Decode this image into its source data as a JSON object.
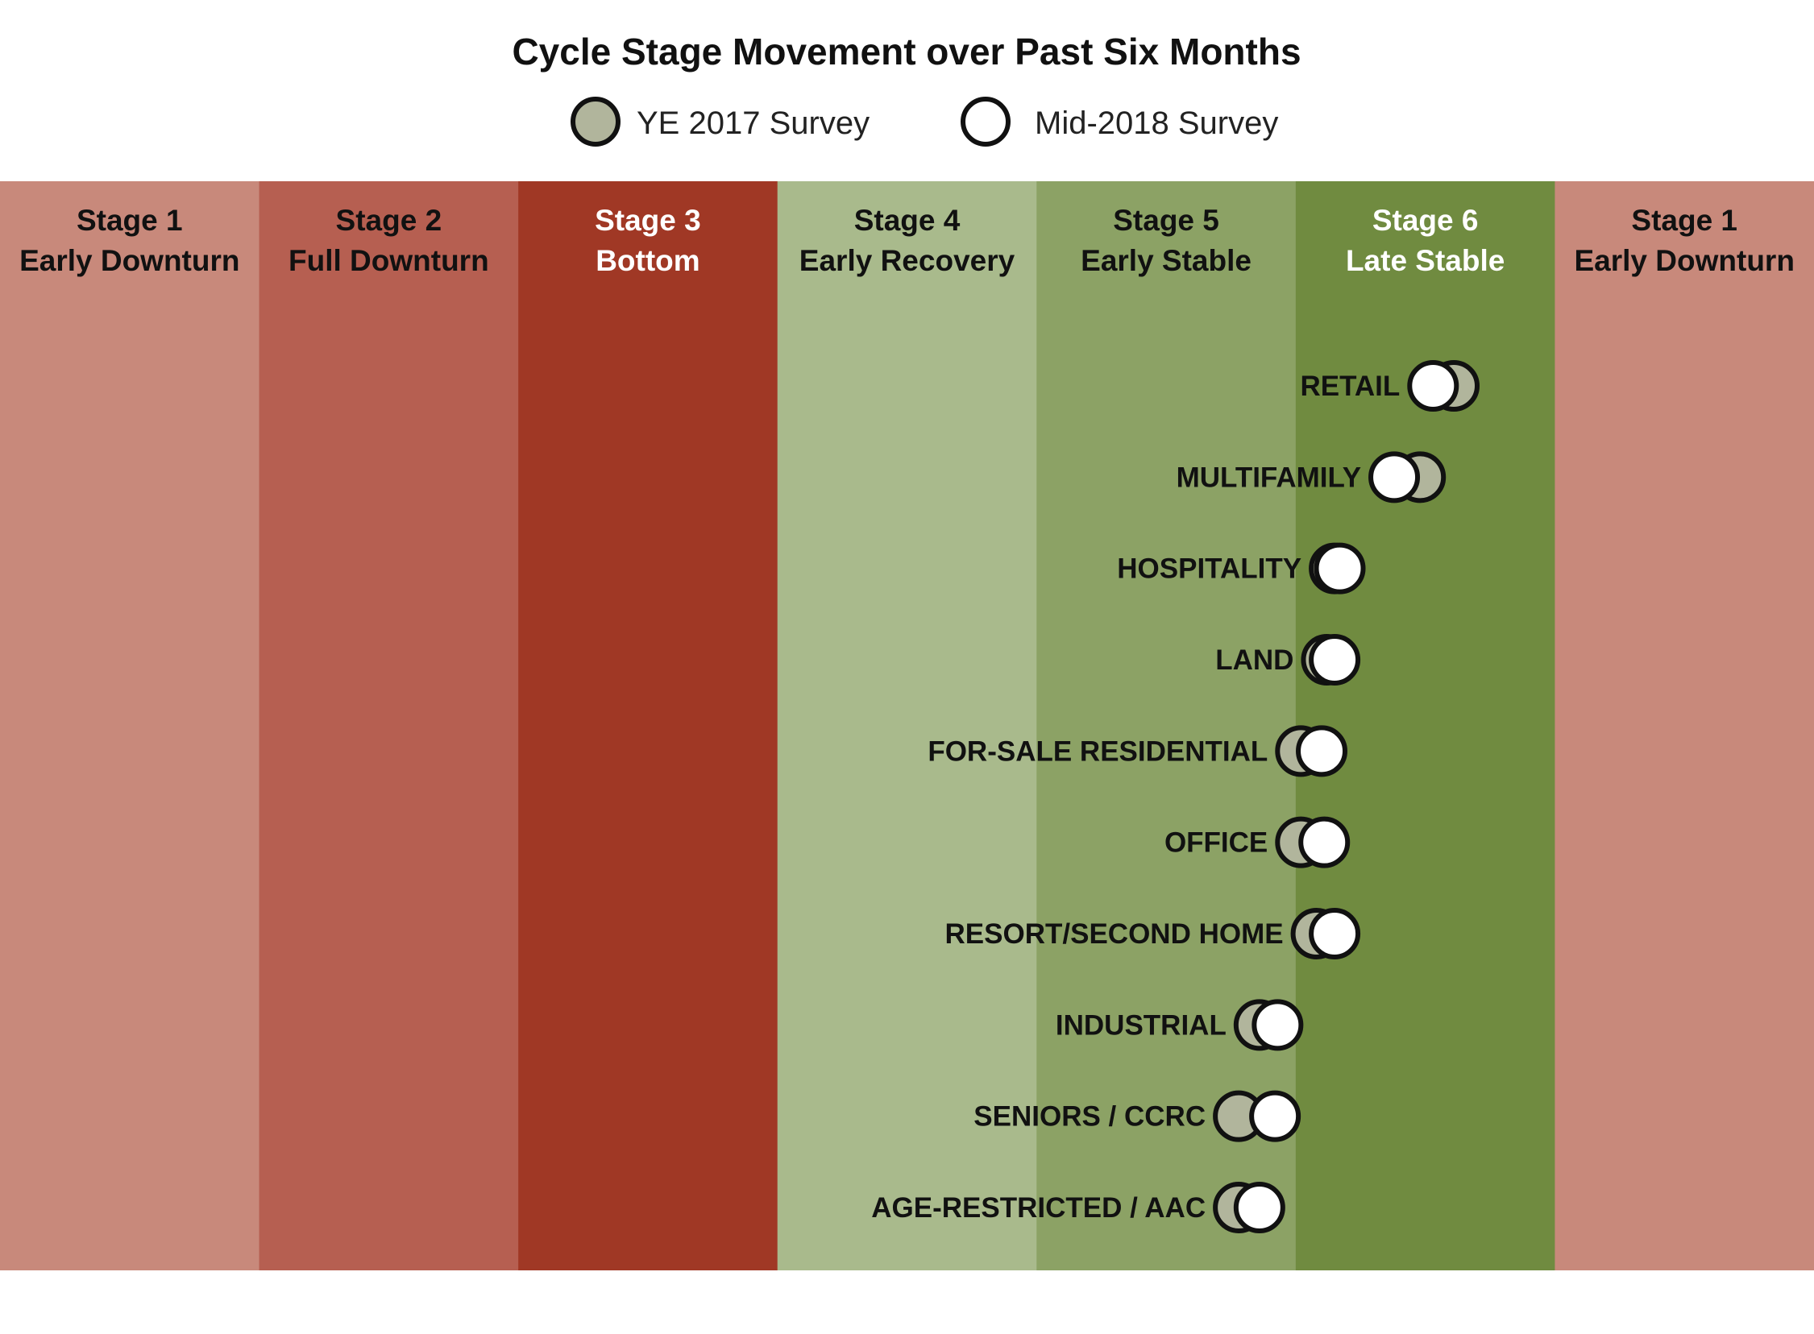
{
  "chart_data": {
    "type": "scatter",
    "title": "Cycle Stage Movement over Past Six Months",
    "series": [
      {
        "name": "YE 2017 Survey",
        "color": "#b1b59c"
      },
      {
        "name": "Mid-2018 Survey",
        "color": "#ffffff"
      }
    ],
    "stages": [
      {
        "line1": "Stage 1",
        "line2": "Early Downturn",
        "color": "#c8897b",
        "text_color": "#111111"
      },
      {
        "line1": "Stage 2",
        "line2": "Full Downturn",
        "color": "#b65f51",
        "text_color": "#111111"
      },
      {
        "line1": "Stage 3",
        "line2": "Bottom",
        "color": "#a03825",
        "text_color": "#ffffff"
      },
      {
        "line1": "Stage 4",
        "line2": "Early Recovery",
        "color": "#a9ba8c",
        "text_color": "#111111"
      },
      {
        "line1": "Stage 5",
        "line2": "Early Stable",
        "color": "#8ca265",
        "text_color": "#111111"
      },
      {
        "line1": "Stage 6",
        "line2": "Late Stable",
        "color": "#708b40",
        "text_color": "#ffffff"
      },
      {
        "line1": "Stage 1",
        "line2": "Early Downturn",
        "color": "#c8897b",
        "text_color": "#111111"
      }
    ],
    "x_scale": "cycle stage position (1.0 = start of Stage 1, 8.0 = end of second Stage 1 band)",
    "xlim": [
      1,
      8
    ],
    "categories": [
      "RETAIL",
      "MULTIFAMILY",
      "HOSPITALITY",
      "LAND",
      "FOR-SALE RESIDENTIAL",
      "OFFICE",
      "RESORT/SECOND HOME",
      "INDUSTRIAL",
      "SENIORS / CCRC",
      "AGE-RESTRICTED / AAC"
    ],
    "ye2017": [
      6.61,
      6.48,
      6.15,
      6.12,
      6.02,
      6.02,
      6.08,
      5.86,
      5.78,
      5.78
    ],
    "mid2018": [
      6.53,
      6.38,
      6.17,
      6.15,
      6.1,
      6.11,
      6.15,
      5.93,
      5.92,
      5.86
    ]
  }
}
